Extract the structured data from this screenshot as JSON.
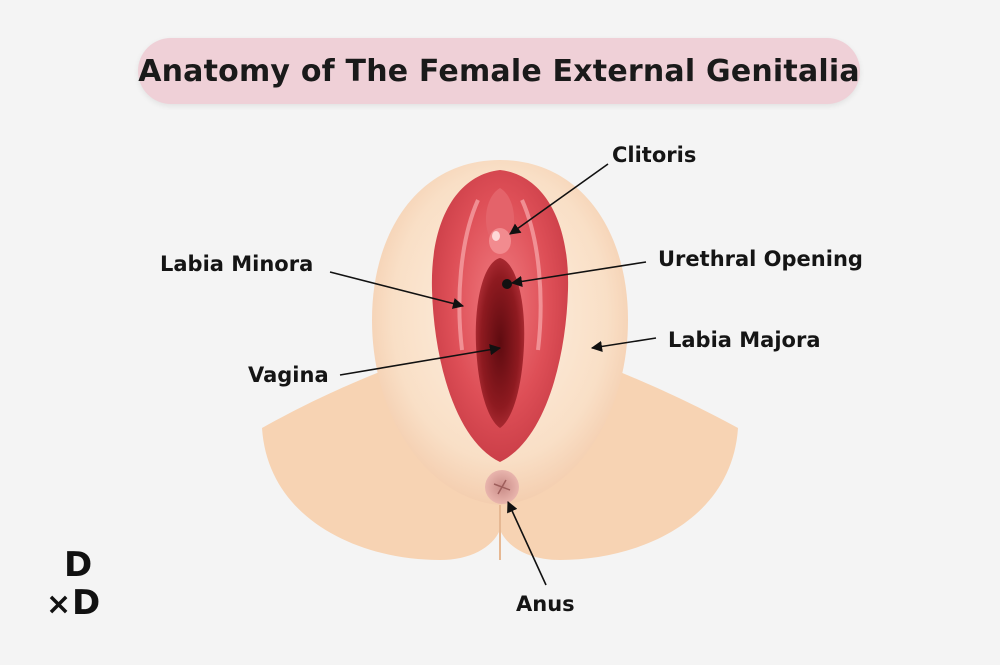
{
  "title": "Anatomy of The Female External Genitalia",
  "labels": {
    "clitoris": "Clitoris",
    "urethral_opening": "Urethral Opening",
    "labia_minora": "Labia Minora",
    "labia_majora": "Labia Majora",
    "vagina": "Vagina",
    "anus": "Anus"
  },
  "logo": {
    "top_letter": "D",
    "bottom_prefix": "×",
    "bottom_letter": "D"
  },
  "colors": {
    "background": "#f4f4f4",
    "title_pill": "#efd0d7",
    "skin": "#f7d5b6",
    "skin_light": "#fbe9d7",
    "labia_minora": "#d9474f",
    "inner": "#8e1a20",
    "text": "#151515"
  }
}
